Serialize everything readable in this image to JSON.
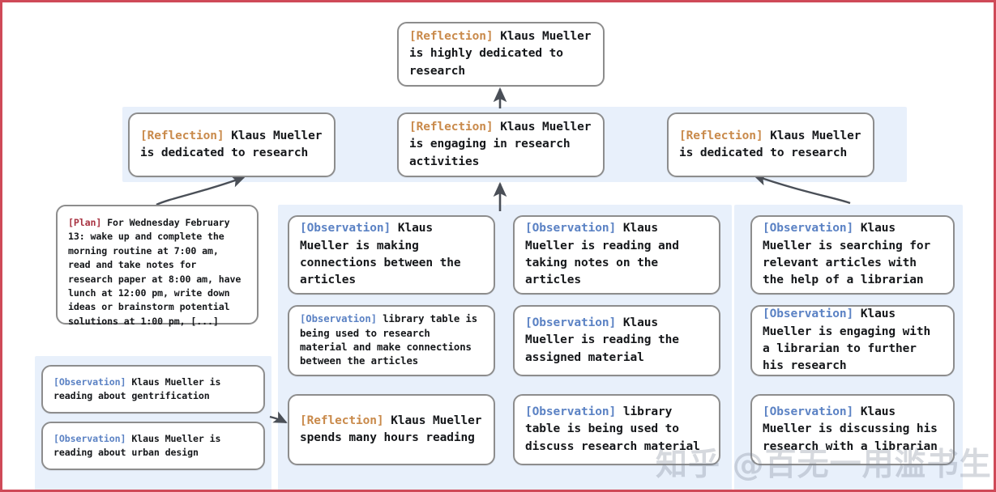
{
  "diagram": {
    "title": "Reflection tree over agent memory stream",
    "colors": {
      "frame_border": "#cf4a58",
      "band_background": "#e8f0fb",
      "node_border": "#8d8d8d",
      "node_background": "#ffffff",
      "tag_reflection": "#c98a4b",
      "tag_observation": "#5b82c4",
      "tag_plan": "#a83241",
      "arrow": "#4a4f57",
      "text": "#15171a"
    },
    "tags": {
      "reflection": "[Reflection]",
      "observation": "[Observation]",
      "plan": "[Plan]"
    }
  },
  "nodes": {
    "top": {
      "tag": "[Reflection]",
      "text": " Klaus Mueller is highly dedicated to research"
    },
    "reflection_row": [
      {
        "tag": "[Reflection]",
        "text": " Klaus Mueller is dedicated to research"
      },
      {
        "tag": "[Reflection]",
        "text": " Klaus Mueller is engaging in research activities"
      },
      {
        "tag": "[Reflection]",
        "text": " Klaus Mueller is dedicated to research"
      }
    ],
    "plan": {
      "tag": "[Plan]",
      "text": " For Wednesday February 13: wake up and complete the morning routine at 7:00 am, read and take notes for research paper at 8:00 am, have lunch at 12:00 pm, write down ideas or brainstorm potential solutions at 1:00 pm, [...]"
    },
    "left_observations": [
      {
        "tag": "[Observation]",
        "text": " Klaus Mueller is reading about gentrification"
      },
      {
        "tag": "[Observation]",
        "text": " Klaus Mueller is reading about urban design"
      }
    ],
    "mid_left_column": [
      {
        "tag": "[Observation]",
        "text": " Klaus Mueller is making connections between the articles"
      },
      {
        "tag": "[Observation]",
        "text": " library table is being used to research material and make connections between the articles"
      },
      {
        "tag": "[Reflection]",
        "text": " Klaus Mueller spends many hours reading"
      }
    ],
    "mid_right_column": [
      {
        "tag": "[Observation]",
        "text": " Klaus Mueller is reading and taking notes on the articles"
      },
      {
        "tag": "[Observation]",
        "text": " Klaus Mueller is reading the assigned material"
      },
      {
        "tag": "[Observation]",
        "text": " library table is being used to discuss research material"
      }
    ],
    "right_column": [
      {
        "tag": "[Observation]",
        "text": " Klaus Mueller is searching for relevant articles with the help of a librarian"
      },
      {
        "tag": "[Observation]",
        "text": " Klaus Mueller is engaging with a librarian to further his research"
      },
      {
        "tag": "[Observation]",
        "text": " Klaus Mueller is discussing his research with a librarian"
      }
    ]
  },
  "watermark": {
    "text": "知乎 @百无一用滥书生"
  }
}
